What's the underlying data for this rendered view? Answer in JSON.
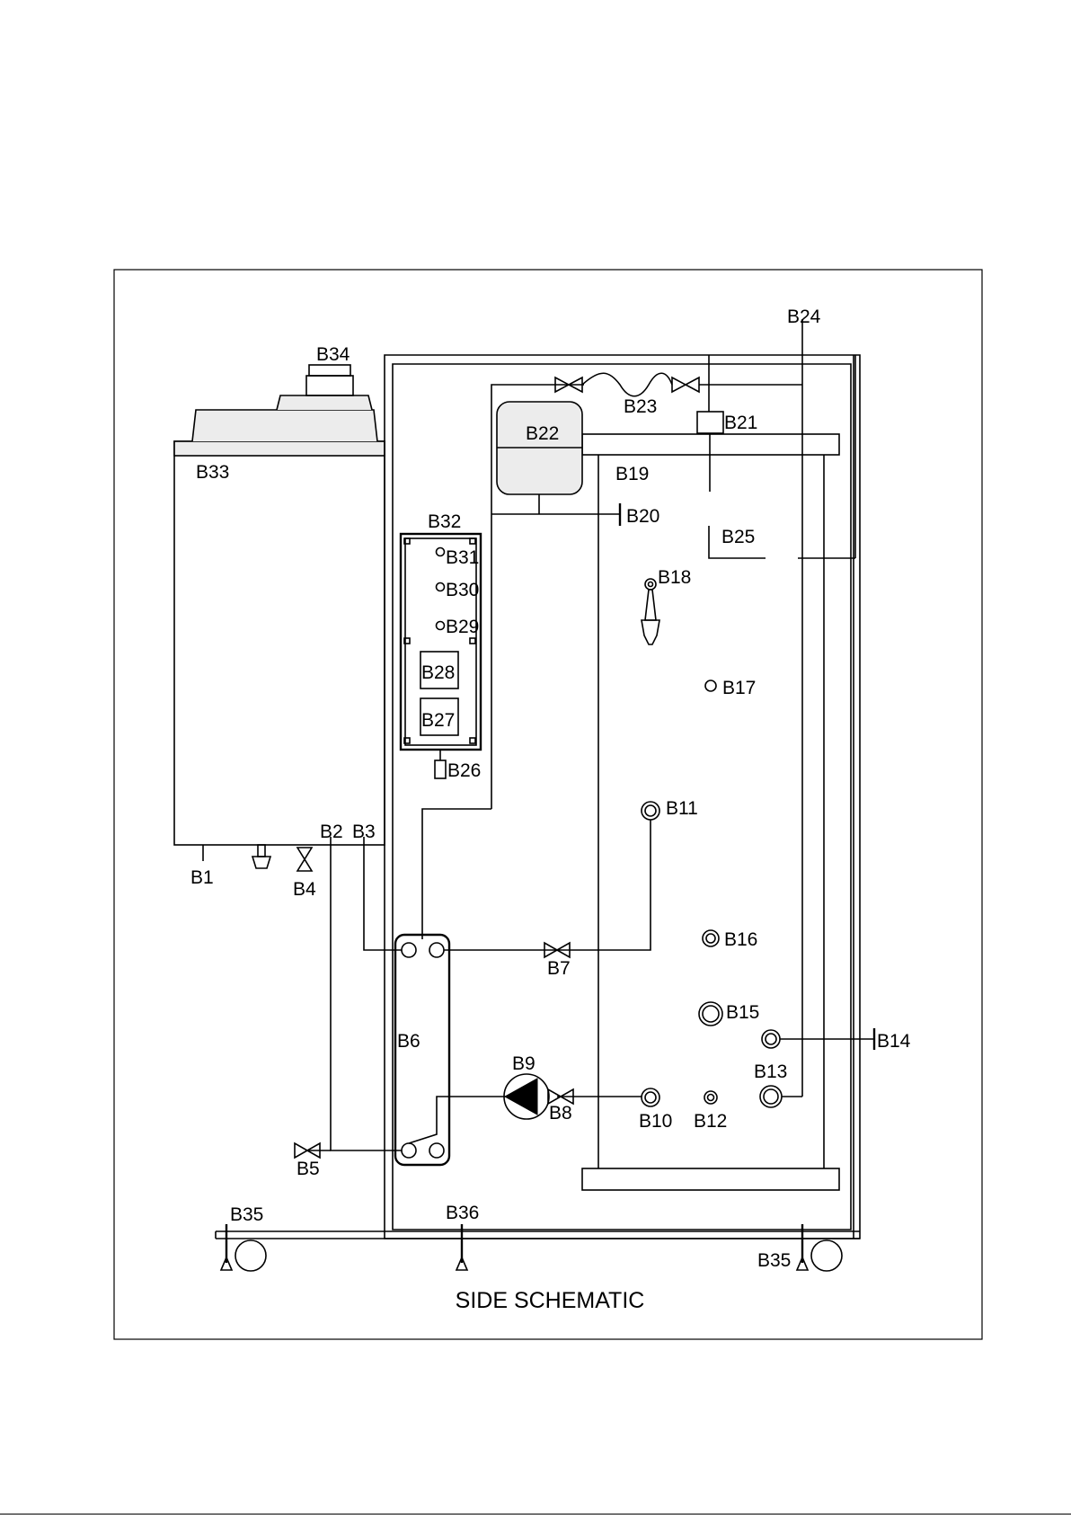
{
  "title": "SIDE SCHEMATIC",
  "labels": {
    "B1": "B1",
    "B2": "B2",
    "B3": "B3",
    "B4": "B4",
    "B5": "B5",
    "B6": "B6",
    "B7": "B7",
    "B8": "B8",
    "B9": "B9",
    "B10": "B10",
    "B11": "B11",
    "B12": "B12",
    "B13": "B13",
    "B14": "B14",
    "B15": "B15",
    "B16": "B16",
    "B17": "B17",
    "B18": "B18",
    "B19": "B19",
    "B20": "B20",
    "B21": "B21",
    "B22": "B22",
    "B23": "B23",
    "B24": "B24",
    "B25": "B25",
    "B26": "B26",
    "B27": "B27",
    "B28": "B28",
    "B29": "B29",
    "B30": "B30",
    "B31": "B31",
    "B32": "B32",
    "B33": "B33",
    "B34": "B34",
    "B35_left": "B35",
    "B35_right": "B35",
    "B36": "B36"
  },
  "colors": {
    "line": "#000000",
    "background": "#ffffff",
    "fill": "#ececec"
  }
}
